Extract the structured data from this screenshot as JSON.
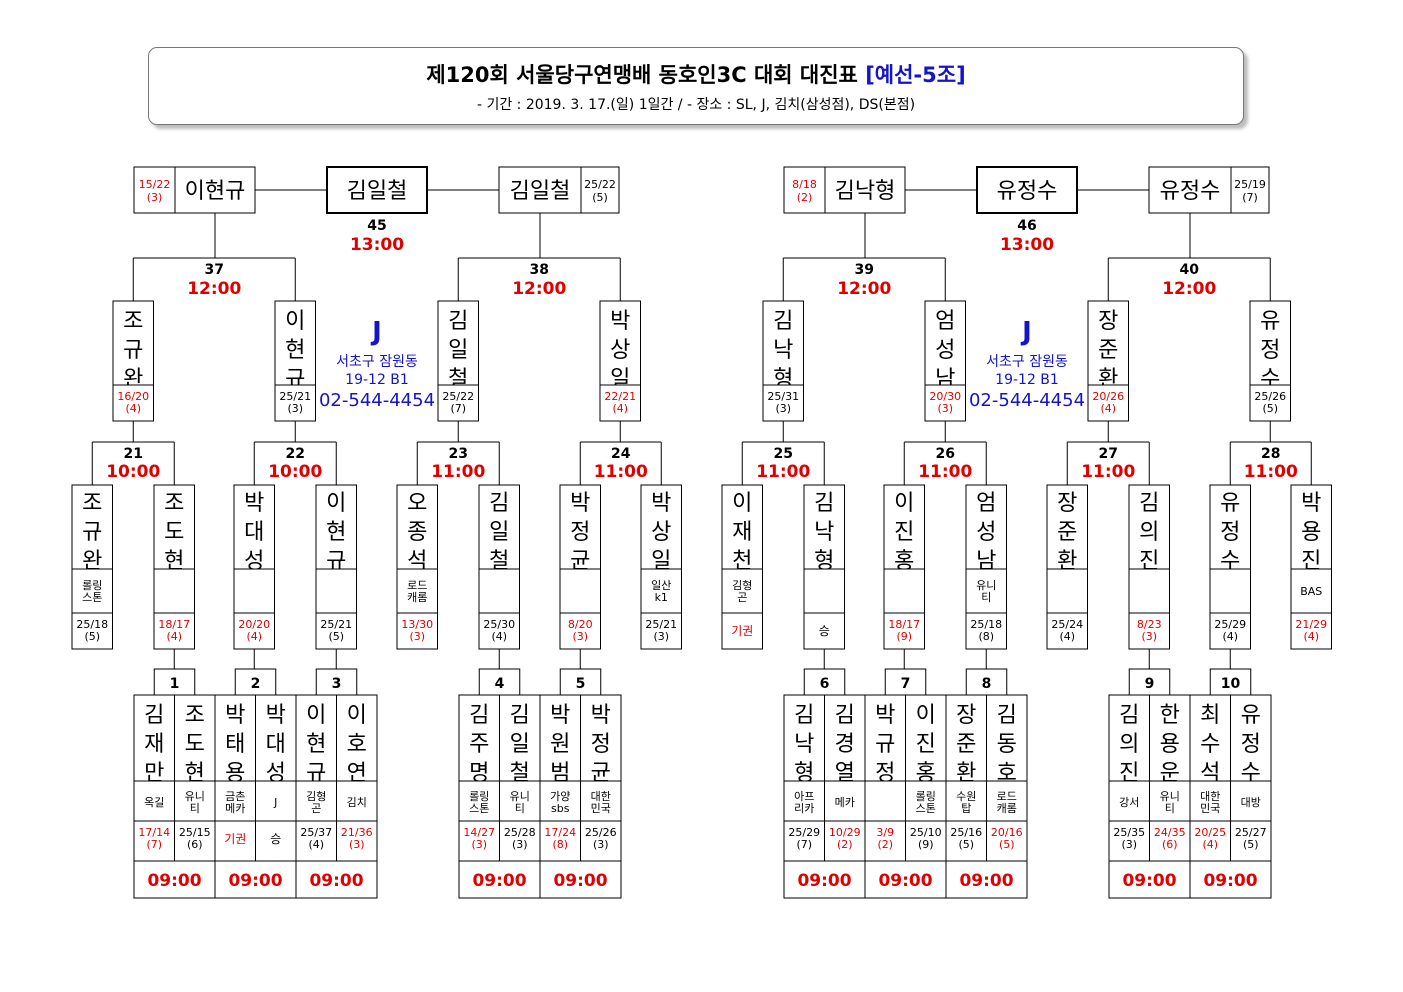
{
  "title": {
    "main": "제120회 서울당구연맹배 동호인3C 대회 대진표",
    "group": "[예선-5조]",
    "info": "- 기간 : 2019. 3. 17.(일) 1일간 / - 장소 : SL, J, 김치(삼성점), DS(본점)"
  },
  "colors": {
    "line": "#000000",
    "red": "#e00000",
    "blue": "#1414c8"
  },
  "halves": [
    {
      "r1": [
        {
          "no": "1",
          "time": "09:00",
          "players": [
            {
              "name": "김재만",
              "club": "옥길",
              "score": "17/14",
              "rank": "(7)",
              "red": true
            },
            {
              "name": "조도현",
              "club": "유니티",
              "score": "25/15",
              "rank": "(6)",
              "red": false
            }
          ]
        },
        {
          "no": "2",
          "time": "09:00",
          "players": [
            {
              "name": "박태용",
              "club": "금촌메카",
              "score": "기권",
              "rank": "",
              "red": true
            },
            {
              "name": "박대성",
              "club": "J",
              "score": "승",
              "rank": "",
              "red": false
            }
          ]
        },
        {
          "no": "3",
          "time": "09:00",
          "players": [
            {
              "name": "이현규",
              "club": "김형곤",
              "score": "25/37",
              "rank": "(4)",
              "red": false
            },
            {
              "name": "이호연",
              "club": "김치",
              "score": "21/36",
              "rank": "(3)",
              "red": true
            }
          ]
        },
        {
          "no": "4",
          "time": "09:00",
          "players": [
            {
              "name": "김주명",
              "club": "롤링스톤",
              "score": "14/27",
              "rank": "(3)",
              "red": true
            },
            {
              "name": "김일철",
              "club": "유니티",
              "score": "25/28",
              "rank": "(3)",
              "red": false
            }
          ]
        },
        {
          "no": "5",
          "time": "09:00",
          "players": [
            {
              "name": "박원범",
              "club": "가양sbs",
              "score": "17/24",
              "rank": "(8)",
              "red": true
            },
            {
              "name": "박정균",
              "club": "대한민국",
              "score": "25/26",
              "rank": "(3)",
              "red": false
            }
          ]
        }
      ],
      "r2": [
        {
          "no": "21",
          "time": "10:00",
          "players": [
            {
              "name": "조규완",
              "club": "롤링스톤",
              "score": "25/18",
              "rank": "(5)",
              "red": false
            },
            {
              "name": "조도현",
              "club": "",
              "score": "18/17",
              "rank": "(4)",
              "red": true
            }
          ]
        },
        {
          "no": "22",
          "time": "10:00",
          "players": [
            {
              "name": "박대성",
              "club": "",
              "score": "20/20",
              "rank": "(4)",
              "red": true
            },
            {
              "name": "이현규",
              "club": "",
              "score": "25/21",
              "rank": "(5)",
              "red": false
            }
          ]
        },
        {
          "no": "23",
          "time": "11:00",
          "players": [
            {
              "name": "오종석",
              "club": "로드캐롬",
              "score": "13/30",
              "rank": "(3)",
              "red": true
            },
            {
              "name": "김일철",
              "club": "",
              "score": "25/30",
              "rank": "(4)",
              "red": false
            }
          ]
        },
        {
          "no": "24",
          "time": "11:00",
          "players": [
            {
              "name": "박정균",
              "club": "",
              "score": "8/20",
              "rank": "(3)",
              "red": true
            },
            {
              "name": "박상일",
              "club": "일산k1",
              "score": "25/21",
              "rank": "(3)",
              "red": false
            }
          ]
        }
      ],
      "r3": [
        {
          "no": "37",
          "time": "12:00",
          "players": [
            {
              "name": "조규완",
              "score": "16/20",
              "rank": "(4)",
              "red": true
            },
            {
              "name": "이현규",
              "score": "25/21",
              "rank": "(3)",
              "red": false
            }
          ]
        },
        {
          "no": "38",
          "time": "12:00",
          "players": [
            {
              "name": "김일철",
              "score": "25/22",
              "rank": "(7)",
              "red": false
            },
            {
              "name": "박상일",
              "score": "22/21",
              "rank": "(4)",
              "red": true
            }
          ]
        }
      ],
      "final": {
        "no": "45",
        "time": "13:00",
        "winner": "김일철",
        "left": {
          "name": "이현규",
          "score": "15/22",
          "rank": "(3)",
          "red": true
        },
        "right": {
          "name": "김일철",
          "score": "25/22",
          "rank": "(5)",
          "red": false
        }
      },
      "venue": {
        "name": "J",
        "addr1": "서초구 잠원동",
        "addr2": "19-12 B1",
        "phone": "02-544-4454"
      }
    },
    {
      "r1": [
        {
          "no": "6",
          "time": "09:00",
          "players": [
            {
              "name": "김낙형",
              "club": "아프리카",
              "score": "25/29",
              "rank": "(7)",
              "red": false
            },
            {
              "name": "김경열",
              "club": "메카",
              "score": "10/29",
              "rank": "(2)",
              "red": true
            }
          ]
        },
        {
          "no": "7",
          "time": "09:00",
          "players": [
            {
              "name": "박규정",
              "club": "",
              "score": "3/9",
              "rank": "(2)",
              "red": true
            },
            {
              "name": "이진홍",
              "club": "롤링스톤",
              "score": "25/10",
              "rank": "(9)",
              "red": false
            }
          ]
        },
        {
          "no": "8",
          "time": "09:00",
          "players": [
            {
              "name": "장준환",
              "club": "수원탑",
              "score": "25/16",
              "rank": "(5)",
              "red": false
            },
            {
              "name": "김동호",
              "club": "로드캐롬",
              "score": "20/16",
              "rank": "(5)",
              "red": true
            }
          ]
        },
        {
          "no": "9",
          "time": "09:00",
          "players": [
            {
              "name": "김의진",
              "club": "강서",
              "score": "25/35",
              "rank": "(3)",
              "red": false
            },
            {
              "name": "한용운",
              "club": "유니티",
              "score": "24/35",
              "rank": "(6)",
              "red": true
            }
          ]
        },
        {
          "no": "10",
          "time": "09:00",
          "players": [
            {
              "name": "최수석",
              "club": "대한민국",
              "score": "20/25",
              "rank": "(4)",
              "red": true
            },
            {
              "name": "유정수",
              "club": "대방",
              "score": "25/27",
              "rank": "(5)",
              "red": false
            }
          ]
        }
      ],
      "r2": [
        {
          "no": "25",
          "time": "11:00",
          "players": [
            {
              "name": "이재천",
              "club": "김형곤",
              "score": "기권",
              "rank": "",
              "red": true
            },
            {
              "name": "김낙형",
              "club": "",
              "score": "승",
              "rank": "",
              "red": false
            }
          ]
        },
        {
          "no": "26",
          "time": "11:00",
          "players": [
            {
              "name": "이진홍",
              "club": "",
              "score": "18/17",
              "rank": "(9)",
              "red": true
            },
            {
              "name": "엄성남",
              "club": "유니티",
              "score": "25/18",
              "rank": "(8)",
              "red": false
            }
          ]
        },
        {
          "no": "27",
          "time": "11:00",
          "players": [
            {
              "name": "장준환",
              "club": "",
              "score": "25/24",
              "rank": "(4)",
              "red": false
            },
            {
              "name": "김의진",
              "club": "",
              "score": "8/23",
              "rank": "(3)",
              "red": true
            }
          ]
        },
        {
          "no": "28",
          "time": "11:00",
          "players": [
            {
              "name": "유정수",
              "club": "",
              "score": "25/29",
              "rank": "(4)",
              "red": false
            },
            {
              "name": "박용진",
              "club": "BAS",
              "score": "21/29",
              "rank": "(4)",
              "red": true
            }
          ]
        }
      ],
      "r3": [
        {
          "no": "39",
          "time": "12:00",
          "players": [
            {
              "name": "김낙형",
              "score": "25/31",
              "rank": "(3)",
              "red": false
            },
            {
              "name": "엄성남",
              "score": "20/30",
              "rank": "(3)",
              "red": true
            }
          ]
        },
        {
          "no": "40",
          "time": "12:00",
          "players": [
            {
              "name": "장준환",
              "score": "20/26",
              "rank": "(4)",
              "red": true
            },
            {
              "name": "유정수",
              "score": "25/26",
              "rank": "(5)",
              "red": false
            }
          ]
        }
      ],
      "final": {
        "no": "46",
        "time": "13:00",
        "winner": "유정수",
        "left": {
          "name": "김낙형",
          "score": "8/18",
          "rank": "(2)",
          "red": true
        },
        "right": {
          "name": "유정수",
          "score": "25/19",
          "rank": "(7)",
          "red": false
        }
      },
      "venue": {
        "name": "J",
        "addr1": "서초구 잠원동",
        "addr2": "19-12 B1",
        "phone": "02-544-4454"
      }
    }
  ]
}
